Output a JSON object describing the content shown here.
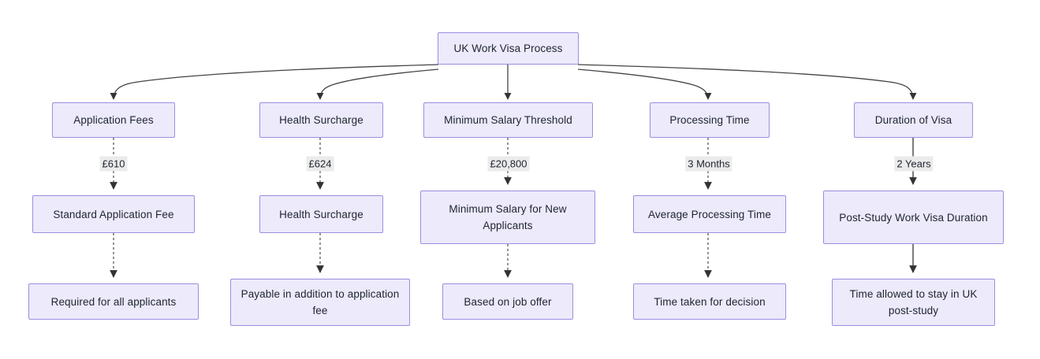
{
  "diagram": {
    "title": "UK Work Visa Process",
    "type": "flowchart",
    "root": {
      "id": "root",
      "label": "UK Work Visa Process"
    },
    "columns": [
      {
        "id": "col-application-fees",
        "category": "Application Fees",
        "edge_label": "£610",
        "detail": "Standard Application Fee",
        "description": "Required for all applicants",
        "link_style": "dashed"
      },
      {
        "id": "col-health-surcharge",
        "category": "Health Surcharge",
        "edge_label": "£624",
        "detail": "Health Surcharge",
        "description": "Payable in addition to application fee",
        "link_style": "dashed"
      },
      {
        "id": "col-minimum-salary-threshold",
        "category": "Minimum Salary Threshold",
        "edge_label": "£20,800",
        "detail": "Minimum Salary for New Applicants",
        "description": "Based on job offer",
        "link_style": "dashed"
      },
      {
        "id": "col-processing-time",
        "category": "Processing Time",
        "edge_label": "3 Months",
        "detail": "Average Processing Time",
        "description": "Time taken for decision",
        "link_style": "dashed"
      },
      {
        "id": "col-duration-of-visa",
        "category": "Duration of Visa",
        "edge_label": "2 Years",
        "detail": "Post-Study Work Visa Duration",
        "description": "Time allowed to stay in UK post-study",
        "link_style": "solid"
      }
    ],
    "colors": {
      "node_fill": "#ECEAFB",
      "node_border": "#9D8DE0",
      "node_text": "#1f2430",
      "edge_stroke": "#444444",
      "edge_label_bg": "#ebebeb",
      "background": "#ffffff"
    }
  }
}
